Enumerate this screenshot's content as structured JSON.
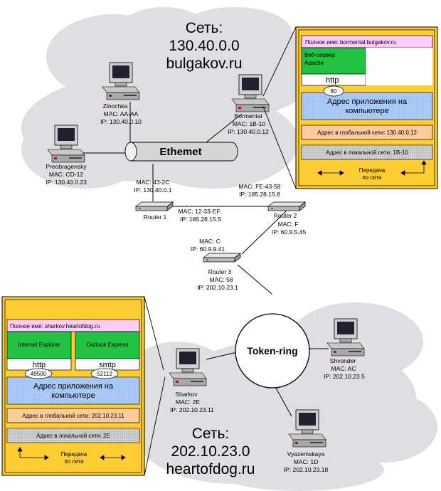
{
  "networks": {
    "top": {
      "line1": "Сеть:",
      "line2": "130.40.0.0",
      "line3": "bulgakov.ru"
    },
    "bottom": {
      "line1": "Сеть:",
      "line2": "202.10.23.0",
      "line3": "heartofdog.ru"
    }
  },
  "media": {
    "ethernet": "Ethemet",
    "token_ring": "Token-ring"
  },
  "hosts": {
    "zinochka": {
      "name": "Zinochka",
      "mac": "MAC: AA-AA",
      "ip": "IP: 130.40.0.10"
    },
    "bormental": {
      "name": "Bormental",
      "mac": "MAC: 1B-10",
      "ip": "IP: 130.40.0.12"
    },
    "preobragensky": {
      "name": "Preobragensky",
      "mac": "MAC: CD-12",
      "ip": "IP: 130.40.0.23"
    },
    "sharkov": {
      "name": "Sharkov",
      "mac": "MAC: 2E",
      "ip": "IP: 202.10.23.11"
    },
    "shvonder": {
      "name": "Shvonder",
      "mac": "MAC: AC",
      "ip": "IP: 202.10.23.5"
    },
    "vyazemskaya": {
      "name": "Vyazemskaya",
      "mac": "MAC: 1D",
      "ip": "IP: 202.10.23.18"
    }
  },
  "routers": {
    "r1": {
      "name": "Router 1",
      "mac_top": "MAC: 43-2C",
      "ip_top": "IP: 130.40.0.1",
      "mac_right": "MAC: 12-33-EF",
      "ip_right": "IP: 185.28.15.5"
    },
    "r2": {
      "name": "Router 2",
      "mac_top": "MAC: FE-43-58",
      "ip_top": "IP: 185.28.15.8",
      "mac_bottom": "MAC: F",
      "ip_bottom": "IP: 60.9.5.45"
    },
    "r3": {
      "name": "Router 3",
      "mac_top": "MAC: C",
      "ip_top": "IP: 60.9.9.41",
      "mac_bottom": "MAC: 58",
      "ip_bottom": "IP: 202.10.23.1"
    }
  },
  "panel_top": {
    "fullname": "Полное имя: bormental.bulgakov.ru",
    "app_line1": "Веб-сервер",
    "app_line2": "Apache",
    "protocol": "http",
    "port": "80",
    "app_addr_line1": "Адрес приложения на",
    "app_addr_line2": "компьютере",
    "global_addr": "Адрес в глобальной сети: 130.40.0.12",
    "local_addr": "Адрес в локальной сети: 1B-10",
    "transfer_line1": "Передача",
    "transfer_line2": "по сети"
  },
  "panel_bottom": {
    "fullname": "Полное имя: sharkov.heartofdog.ru",
    "app1": "Internet Explorer",
    "app2": "Outlook Express",
    "protocol1": "http",
    "protocol2": "smtp",
    "port1": "49500",
    "port2": "52112",
    "app_addr_line1": "Адрес приложения на",
    "app_addr_line2": "компьютере",
    "global_addr": "Адрес в глобальной сети: 202.10.23.11",
    "local_addr": "Адрес в локальной сети: 2E",
    "transfer_line1": "Передача",
    "transfer_line2": "по сети"
  },
  "colors": {
    "cloud": "#dedee3",
    "panel_bg": "#fecc33",
    "panel_border": "#000000",
    "fullname_bg": "#fecdfe",
    "app_bg": "#22c341",
    "app_addr_bg": "#9ec3fb",
    "global_bg": "#fdcb9a",
    "local_bg": "#c0c0c0"
  }
}
